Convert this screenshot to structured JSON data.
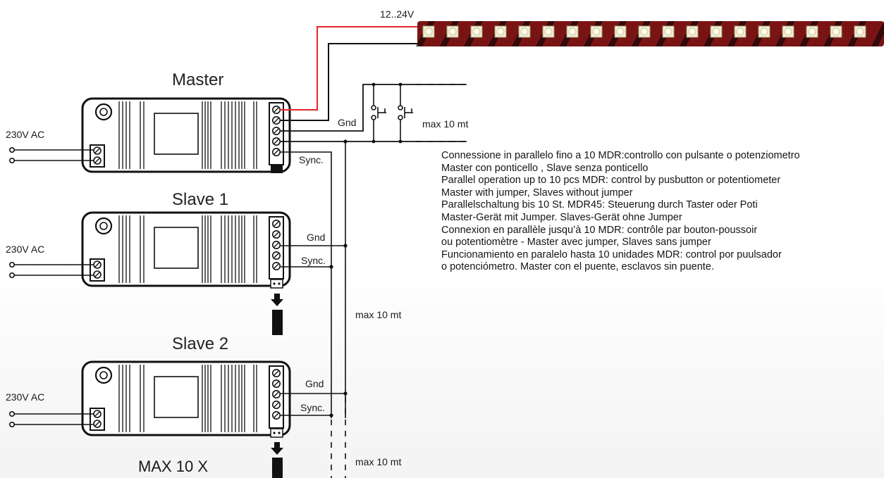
{
  "supply_label": "12..24V",
  "units": {
    "master": {
      "title": "Master",
      "ac_label": "230V AC",
      "gnd_label": "Gnd",
      "sync_label": "Sync."
    },
    "slave1": {
      "title": "Slave 1",
      "ac_label": "230V AC",
      "gnd_label": "Gnd",
      "sync_label": "Sync."
    },
    "slave2": {
      "title": "Slave 2",
      "ac_label": "230V AC",
      "gnd_label": "Gnd",
      "sync_label": "Sync."
    }
  },
  "distance_labels": {
    "buttons": "max 10 mt",
    "slaves": "max 10 mt",
    "bottom": "max 10 mt"
  },
  "max_units_label": "MAX 10 X",
  "description": [
    "Connessione in parallelo fino a 10 MDR:controllo con pulsante o potenziometro",
    "Master  con ponticello , Slave senza ponticello",
    "Parallel operation up to 10 pcs MDR: control by pusbutton or potentiometer",
    "Master with jumper, Slaves without jumper",
    "Parallelschaltung bis 10 St. MDR45: Steuerung durch Taster oder Poti",
    "Master-Gerät mit Jumper. Slaves-Gerät ohne Jumper",
    "Connexion en parallèle jusqu’à 10 MDR: contrôle par bouton-poussoir",
    "ou potentiomètre - Master avec jumper, Slaves sans jumper",
    "Funcionamiento en paralelo hasta 10 unidades MDR: control por puulsador",
    "o potenciómetro. Master con el puente, esclavos sin puente."
  ],
  "colors": {
    "wire": "#111111",
    "positive_wire": "#e8242a",
    "strip_base": "#7a1414",
    "led_chip": "#f3efd2"
  }
}
